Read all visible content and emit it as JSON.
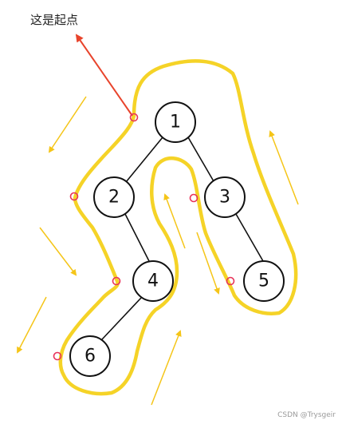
{
  "start_label": "这是起点",
  "watermark": "CSDN @Trysgeir",
  "colors": {
    "contour": "#f5d327",
    "direction_arrow": "#f5c518",
    "start_arrow": "#e8442c",
    "marker": "#e8335a",
    "node_stroke": "#111111"
  },
  "tree": {
    "nodes": [
      {
        "id": "n1",
        "label": "1"
      },
      {
        "id": "n2",
        "label": "2"
      },
      {
        "id": "n3",
        "label": "3"
      },
      {
        "id": "n4",
        "label": "4"
      },
      {
        "id": "n5",
        "label": "5"
      },
      {
        "id": "n6",
        "label": "6"
      }
    ],
    "edges": [
      {
        "from": "1",
        "to": "2"
      },
      {
        "from": "1",
        "to": "3"
      },
      {
        "from": "2",
        "to": "4"
      },
      {
        "from": "3",
        "to": "5"
      },
      {
        "from": "4",
        "to": "6"
      }
    ]
  }
}
